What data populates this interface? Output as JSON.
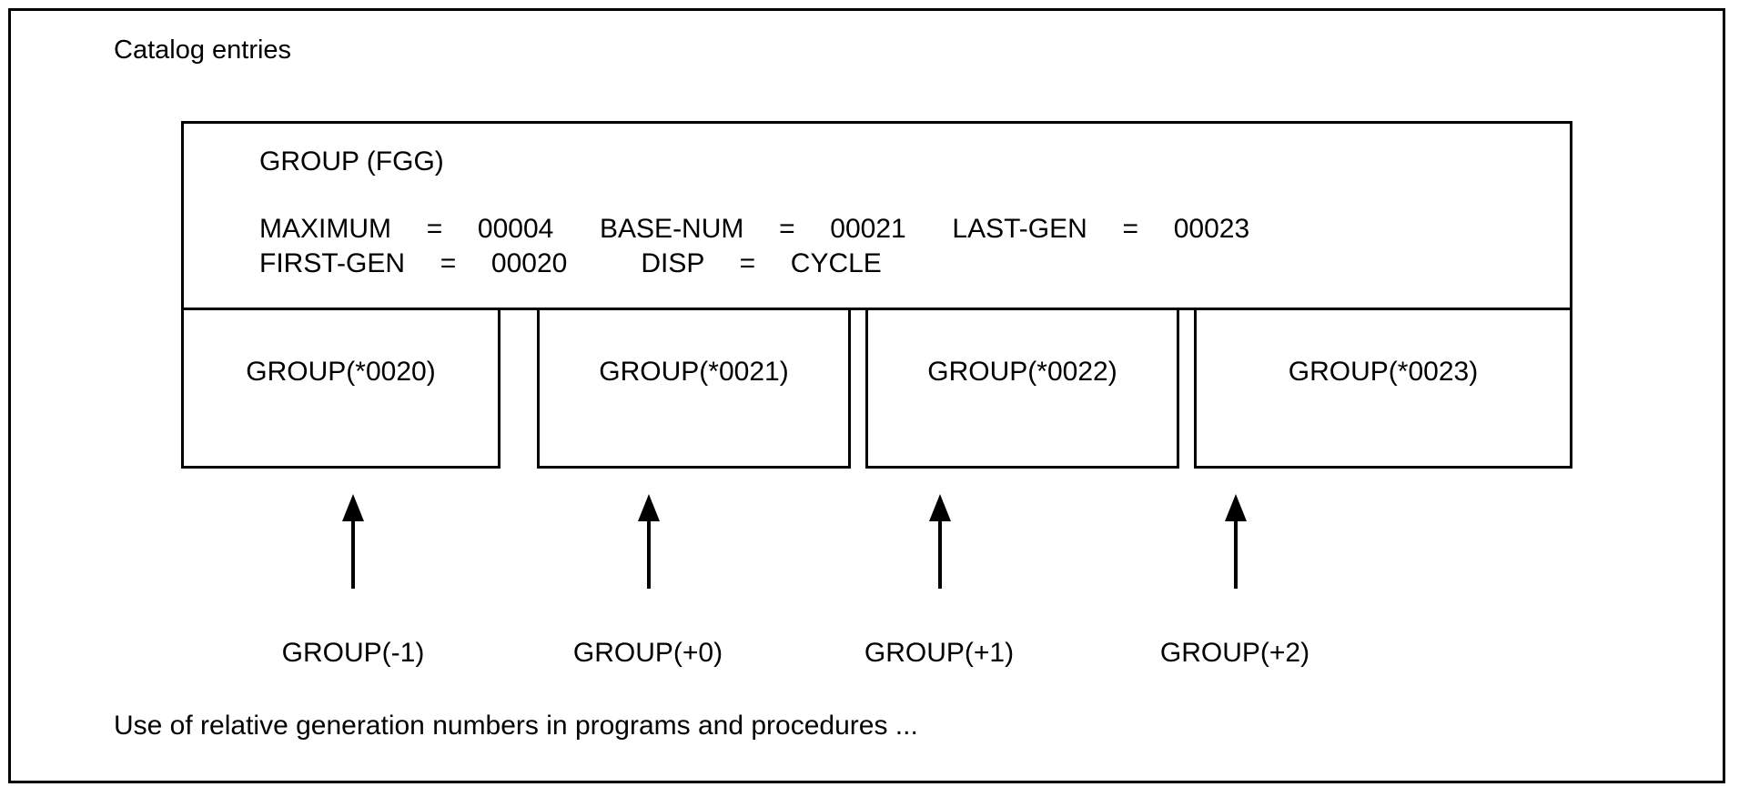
{
  "figure": {
    "top_label": "Catalog entries",
    "bottom_caption": "Use of relative generation numbers in programs and procedures ..."
  },
  "catalog_entry": {
    "group_title": "GROUP (FGG)",
    "attributes_line_1": [
      {
        "key": "MAXIMUM",
        "eq": "=",
        "value": "00004"
      },
      {
        "key": "BASE-NUM",
        "eq": "=",
        "value": "00021"
      },
      {
        "key": "LAST-GEN",
        "eq": "=",
        "value": "00023"
      }
    ],
    "attributes_line_2": [
      {
        "key": "FIRST-GEN",
        "eq": "=",
        "value": "00020"
      },
      {
        "key": "DISP",
        "eq": "=",
        "value": "CYCLE"
      }
    ],
    "attributes_line_1_text": "MAXIMUM = 00004   BASE-NUM = 00021   LAST-GEN = 00023",
    "attributes_line_2_text": "FIRST-GEN = 00020    DISP = CYCLE"
  },
  "generations": [
    {
      "absolute_label": "GROUP(*0020)",
      "relative_label": "GROUP(-1)"
    },
    {
      "absolute_label": "GROUP(*0021)",
      "relative_label": "GROUP(+0)"
    },
    {
      "absolute_label": "GROUP(*0022)",
      "relative_label": "GROUP(+1)"
    },
    {
      "absolute_label": "GROUP(*0023)",
      "relative_label": "GROUP(+2)"
    }
  ],
  "colors": {
    "line": "#000000",
    "text": "#000000",
    "background": "#ffffff"
  }
}
